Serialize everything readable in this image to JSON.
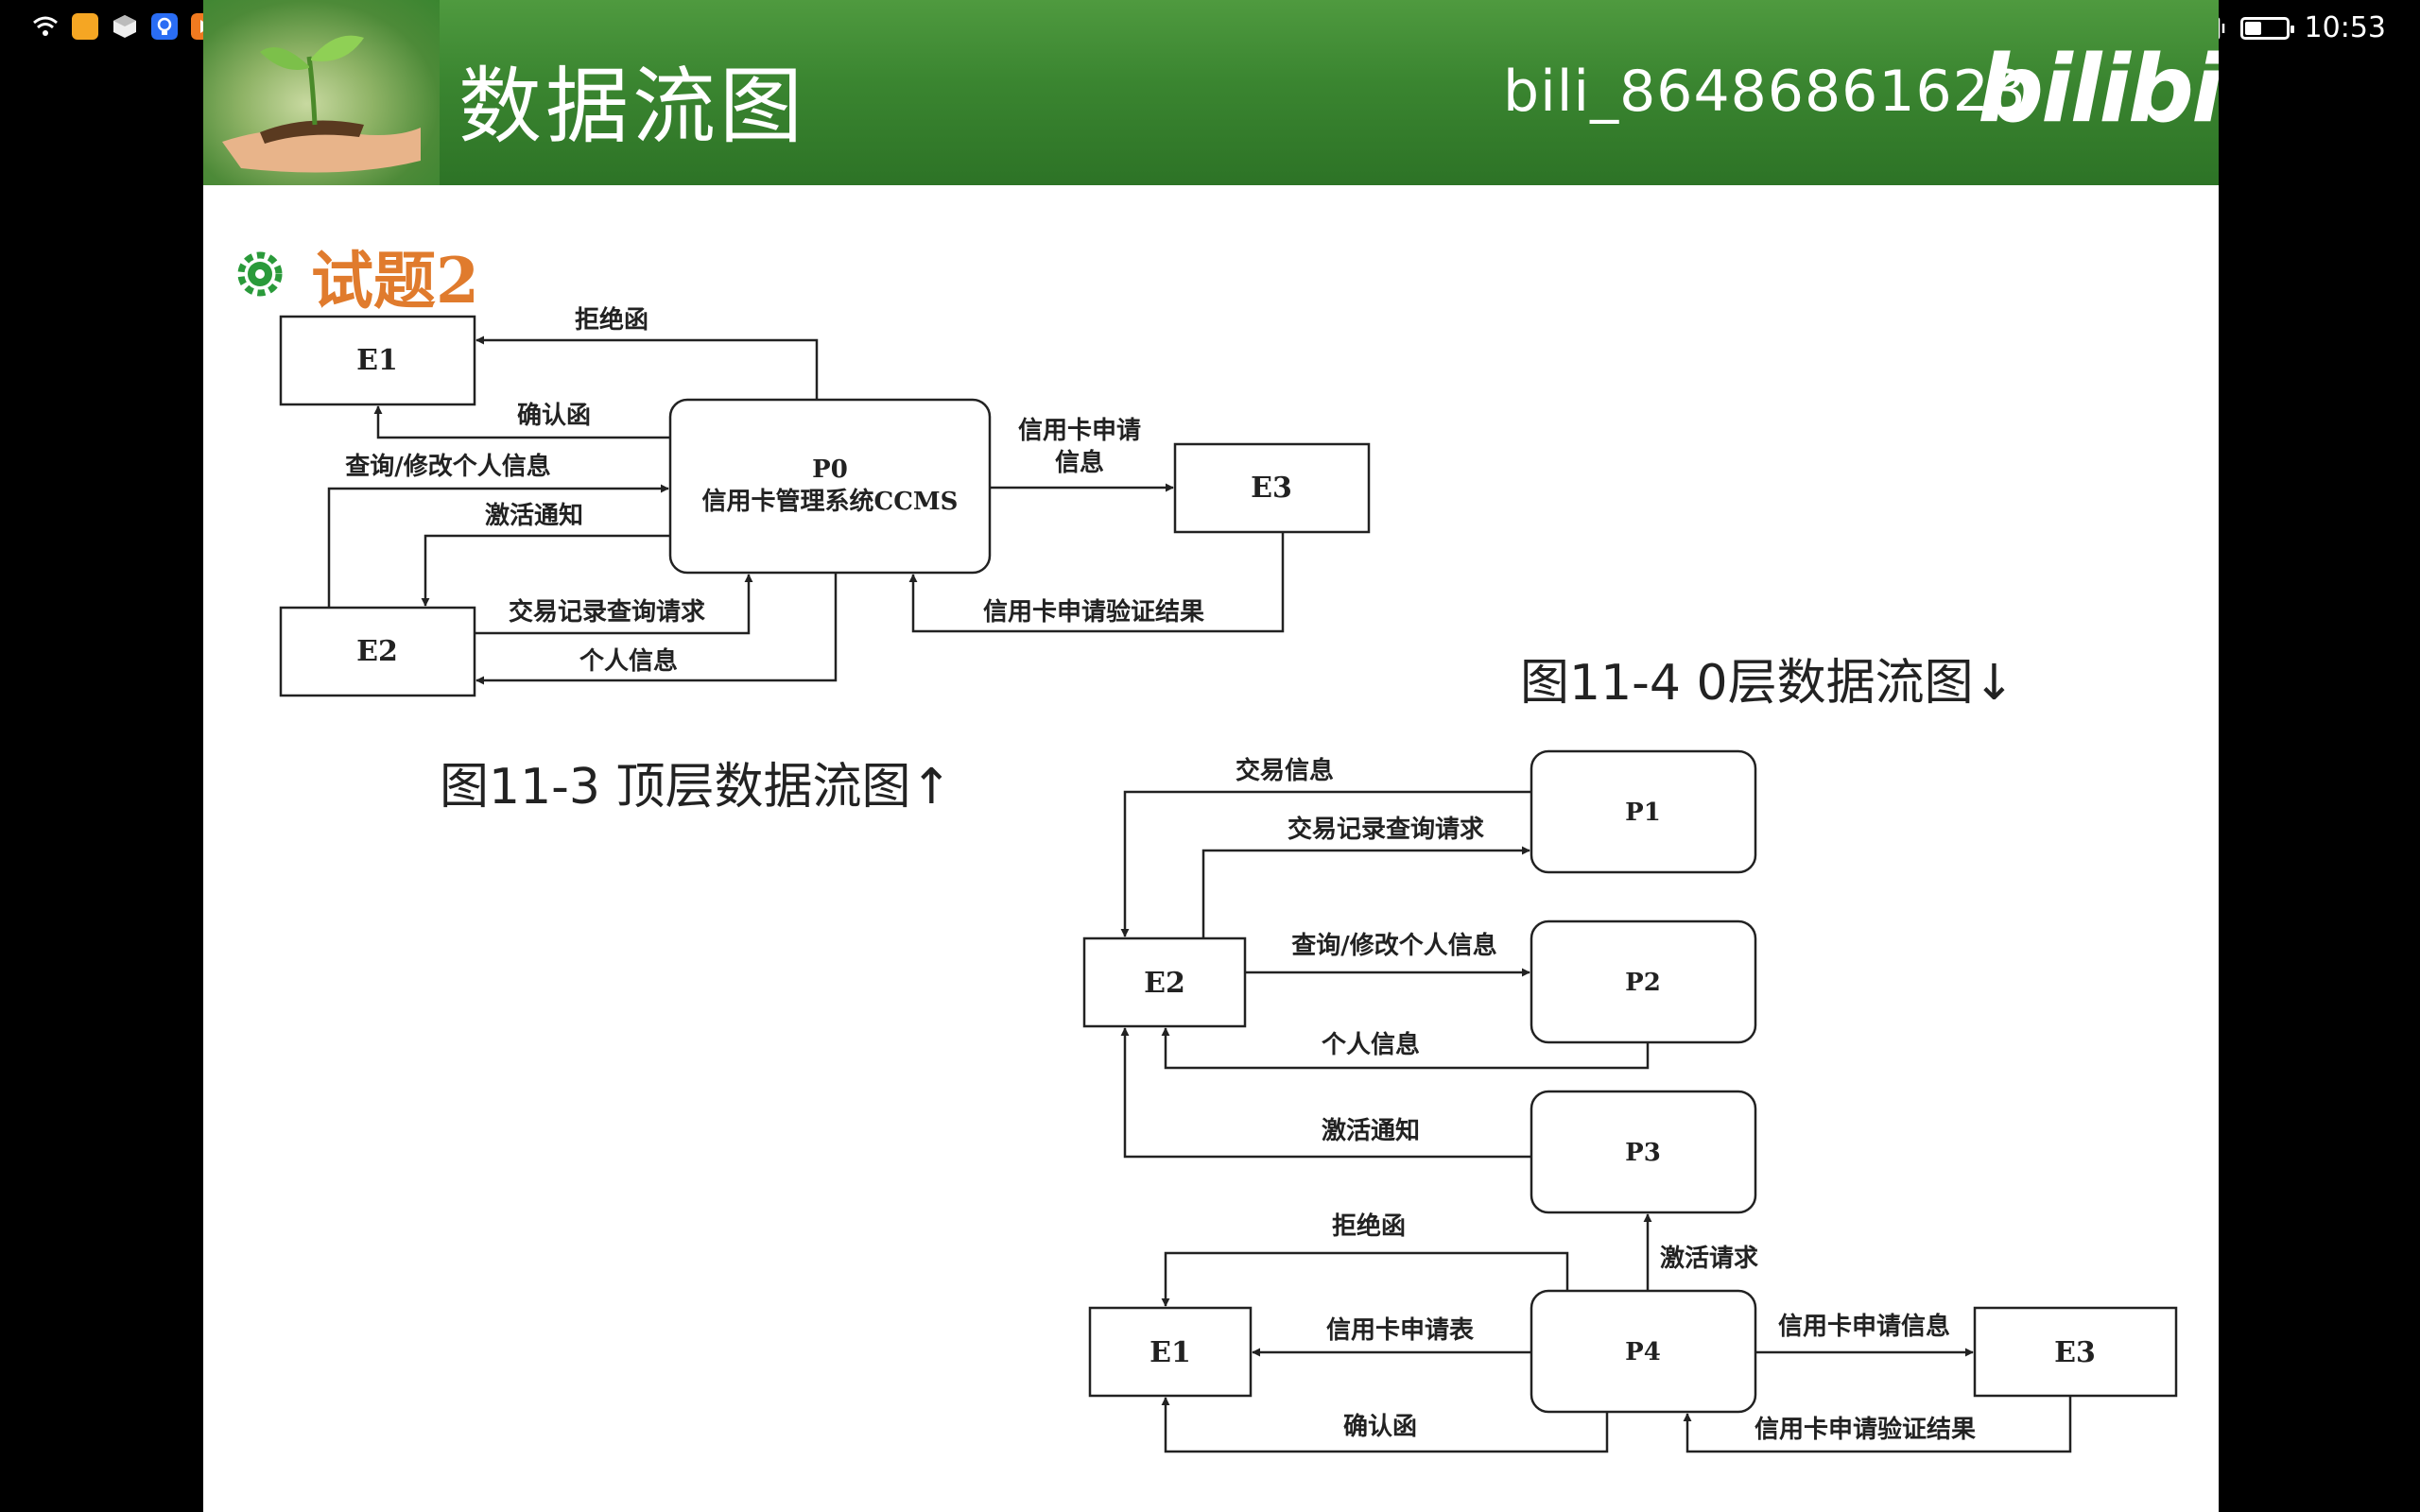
{
  "status_bar": {
    "time": "10:53",
    "left_icons": [
      "wifi-icon",
      "app-orange-icon",
      "app-cube-icon",
      "app-bulb-icon",
      "app-play-icon"
    ],
    "right_icons": [
      "eye-icon",
      "pen-icon",
      "bluetooth-icon",
      "vibrate-icon",
      "battery-icon"
    ],
    "battery_level": 0.4
  },
  "header": {
    "title": "数据流图",
    "user": "bili_86486861623",
    "logo": "bilibili"
  },
  "section": {
    "title": "试题2"
  },
  "captions": {
    "fig3": "图11-3 顶层数据流图↑",
    "fig4": "图11-4  0层数据流图↓"
  },
  "top_diagram": {
    "e1": "E1",
    "e2": "E2",
    "e3": "E3",
    "p0_line1": "P0",
    "p0_line2": "信用卡管理系统CCMS",
    "flows": {
      "reject": "拒绝函",
      "confirm": "确认函",
      "query_modify": "查询/修改个人信息",
      "activate_notice": "激活通知",
      "tx_query": "交易记录查询请求",
      "personal_info": "个人信息",
      "apply_info_line1": "信用卡申请",
      "apply_info_line2": "信息",
      "verify_result": "信用卡申请验证结果"
    }
  },
  "bottom_diagram": {
    "e1": "E1",
    "e2": "E2",
    "e3": "E3",
    "p1": "P1",
    "p2": "P2",
    "p3": "P3",
    "p4": "P4",
    "flows": {
      "tx_info": "交易信息",
      "tx_query": "交易记录查询请求",
      "query_modify": "查询/修改个人信息",
      "personal_info": "个人信息",
      "activate_notice": "激活通知",
      "reject": "拒绝函",
      "activate_request": "激活请求",
      "apply_form": "信用卡申请表",
      "apply_info": "信用卡申请信息",
      "confirm": "确认函",
      "verify_result": "信用卡申请验证结果"
    }
  },
  "colors": {
    "header_green": "#3a8530",
    "section_orange": "#e07b2d",
    "diagram_ink": "#222222"
  }
}
